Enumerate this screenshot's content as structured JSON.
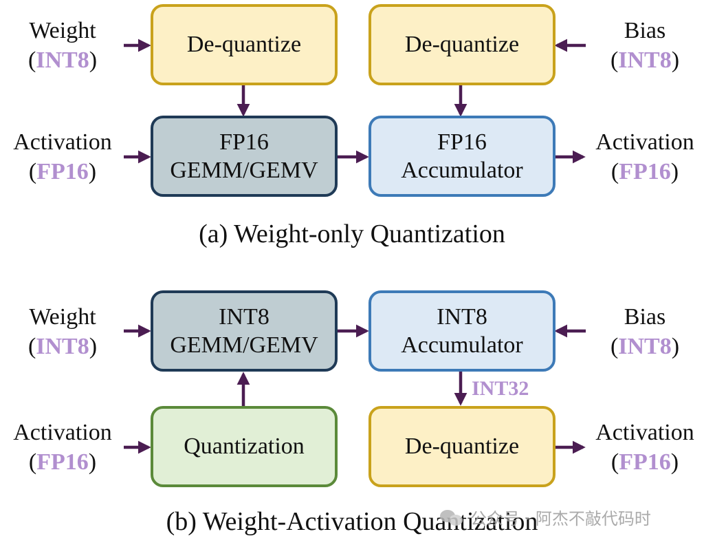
{
  "panel_a": {
    "caption": "(a) Weight-only Quantization",
    "weight_input": {
      "name": "Weight",
      "dtype": "INT8"
    },
    "activation_input": {
      "name": "Activation",
      "dtype": "FP16"
    },
    "bias_input": {
      "name": "Bias",
      "dtype": "INT8"
    },
    "activation_output": {
      "name": "Activation",
      "dtype": "FP16"
    },
    "dequant_weight": {
      "label": "De-quantize"
    },
    "dequant_bias": {
      "label": "De-quantize"
    },
    "gemm": {
      "line1": "FP16",
      "line2": "GEMM/GEMV"
    },
    "accumulator": {
      "line1": "FP16",
      "line2": "Accumulator"
    }
  },
  "panel_b": {
    "caption": "(b) Weight-Activation Quantization",
    "weight_input": {
      "name": "Weight",
      "dtype": "INT8"
    },
    "activation_input": {
      "name": "Activation",
      "dtype": "FP16"
    },
    "bias_input": {
      "name": "Bias",
      "dtype": "INT8"
    },
    "activation_output": {
      "name": "Activation",
      "dtype": "FP16"
    },
    "gemm": {
      "line1": "INT8",
      "line2": "GEMM/GEMV"
    },
    "accumulator": {
      "line1": "INT8",
      "line2": "Accumulator"
    },
    "quantization": {
      "label": "Quantization"
    },
    "dequantize": {
      "label": "De-quantize"
    },
    "edge_label": "INT32"
  },
  "watermark": {
    "text": "公众号 · 阿杰不敲代码时",
    "icon": "wechat-icon"
  },
  "colors": {
    "dtype_text": "#b18fcf",
    "arrow": "#4b1d52",
    "dequant_fill": "#fdf0c6",
    "dequant_border": "#c9a21c",
    "gemm_fill": "#bfcdd2",
    "gemm_border": "#1f3a56",
    "accum_fill": "#dde9f5",
    "accum_border": "#3d7ab7",
    "quant_fill": "#e1efd6",
    "quant_border": "#5b8a3a"
  }
}
